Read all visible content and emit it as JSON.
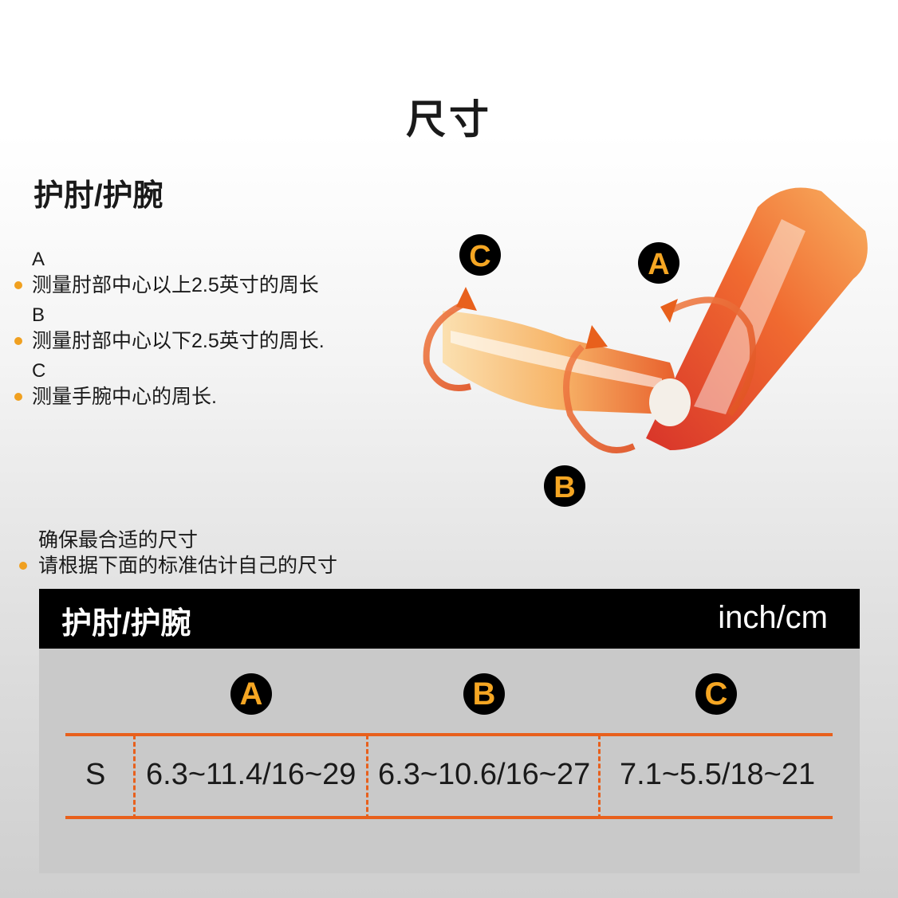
{
  "page_title": "尺寸",
  "product_title": "护肘/护腕",
  "measurements": [
    {
      "letter": "A",
      "desc": "测量肘部中心以上2.5英寸的周长"
    },
    {
      "letter": "B",
      "desc": "测量肘部中心以下2.5英寸的周长."
    },
    {
      "letter": "C",
      "desc": "测量手腕中心的周长."
    }
  ],
  "fit_note": {
    "line1": "确保最合适的尺寸",
    "line2": "请根据下面的标准估计自己的尺寸"
  },
  "illustration": {
    "labels": [
      "A",
      "B",
      "C"
    ]
  },
  "size_table": {
    "title": "护肘/护腕",
    "unit": "inch/cm",
    "columns": [
      "A",
      "B",
      "C"
    ],
    "rows": [
      {
        "size": "S",
        "values": [
          "6.3~11.4/16~29",
          "6.3~10.6/16~27",
          "7.1~5.5/18~21"
        ]
      }
    ]
  },
  "colors": {
    "accent": "#e8601c",
    "badge_text": "#f5a623",
    "bullet": "#f0a020"
  }
}
